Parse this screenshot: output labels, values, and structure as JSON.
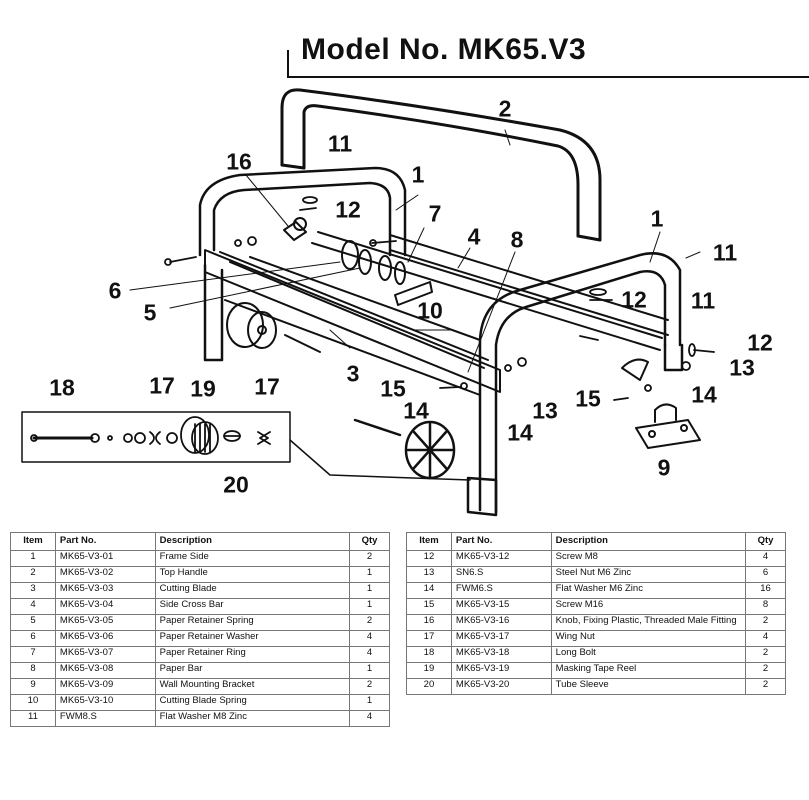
{
  "model_label": "Model No. MK65.V3",
  "callouts": [
    "1",
    "1",
    "2",
    "3",
    "4",
    "5",
    "6",
    "7",
    "8",
    "9",
    "10",
    "11",
    "11",
    "11",
    "12",
    "12",
    "12",
    "13",
    "13",
    "14",
    "14",
    "14",
    "15",
    "15",
    "16",
    "17",
    "17",
    "18",
    "19",
    "20"
  ],
  "table": {
    "headers": {
      "item": "Item",
      "part_no": "Part No.",
      "description": "Description",
      "qty": "Qty"
    },
    "left_rows": [
      {
        "item": "1",
        "part_no": "MK65-V3-01",
        "description": "Frame Side",
        "qty": "2"
      },
      {
        "item": "2",
        "part_no": "MK65-V3-02",
        "description": "Top Handle",
        "qty": "1"
      },
      {
        "item": "3",
        "part_no": "MK65-V3-03",
        "description": "Cutting Blade",
        "qty": "1"
      },
      {
        "item": "4",
        "part_no": "MK65-V3-04",
        "description": "Side Cross Bar",
        "qty": "1"
      },
      {
        "item": "5",
        "part_no": "MK65-V3-05",
        "description": "Paper Retainer Spring",
        "qty": "2"
      },
      {
        "item": "6",
        "part_no": "MK65-V3-06",
        "description": "Paper Retainer Washer",
        "qty": "4"
      },
      {
        "item": "7",
        "part_no": "MK65-V3-07",
        "description": "Paper Retainer Ring",
        "qty": "4"
      },
      {
        "item": "8",
        "part_no": "MK65-V3-08",
        "description": "Paper Bar",
        "qty": "1"
      },
      {
        "item": "9",
        "part_no": "MK65-V3-09",
        "description": "Wall Mounting Bracket",
        "qty": "2"
      },
      {
        "item": "10",
        "part_no": "MK65-V3-10",
        "description": "Cutting Blade Spring",
        "qty": "1"
      },
      {
        "item": "11",
        "part_no": "FWM8.S",
        "description": "Flat Washer M8 Zinc",
        "qty": "4"
      }
    ],
    "right_rows": [
      {
        "item": "12",
        "part_no": "MK65-V3-12",
        "description": "Screw M8",
        "qty": "4"
      },
      {
        "item": "13",
        "part_no": "SN6.S",
        "description": "Steel Nut M6 Zinc",
        "qty": "6"
      },
      {
        "item": "14",
        "part_no": "FWM6.S",
        "description": "Flat Washer M6 Zinc",
        "qty": "16"
      },
      {
        "item": "15",
        "part_no": "MK65-V3-15",
        "description": "Screw M16",
        "qty": "8"
      },
      {
        "item": "16",
        "part_no": "MK65-V3-16",
        "description": "Knob, Fixing Plastic, Threaded Male Fitting",
        "qty": "2"
      },
      {
        "item": "17",
        "part_no": "MK65-V3-17",
        "description": "Wing Nut",
        "qty": "4"
      },
      {
        "item": "18",
        "part_no": "MK65-V3-18",
        "description": "Long Bolt",
        "qty": "2"
      },
      {
        "item": "19",
        "part_no": "MK65-V3-19",
        "description": "Masking Tape Reel",
        "qty": "2"
      },
      {
        "item": "20",
        "part_no": "MK65-V3-20",
        "description": "Tube Sleeve",
        "qty": "2"
      }
    ]
  }
}
